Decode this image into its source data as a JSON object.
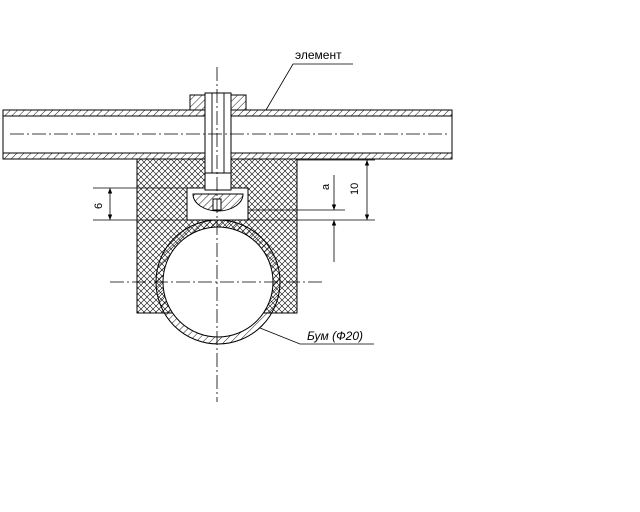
{
  "labels": {
    "element": "элемент",
    "boom": "Бум (Ф20)"
  },
  "dimensions": {
    "six": "6",
    "a": "a",
    "ten": "10"
  },
  "colors": {
    "line": "#000000",
    "background": "#ffffff"
  }
}
